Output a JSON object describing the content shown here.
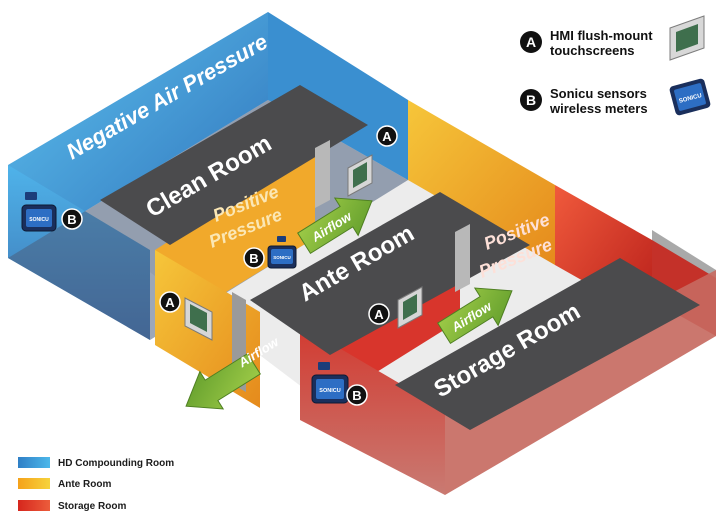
{
  "rooms": {
    "clean_room": "Clean Room",
    "ante_room": "Ante Room",
    "storage_room": "Storage Room"
  },
  "pressure": {
    "negative": "Negative Air Pressure",
    "positive_ante_line1": "Positive",
    "positive_ante_line2": "Pressure",
    "positive_storage_line1": "Positive",
    "positive_storage_line2": "Pressure"
  },
  "airflow": {
    "label": "Airflow"
  },
  "markers": {
    "a": "A",
    "b": "B"
  },
  "devices": {
    "sensor_label": "SONICU"
  },
  "key": {
    "a_line1": "HMI flush-mount",
    "a_line2": "touchscreens",
    "b_line1": "Sonicu sensors",
    "b_line2": "wireless meters"
  },
  "legend": {
    "items": [
      {
        "label": "HD Compounding Room",
        "color_from": "#2f7fc6",
        "color_to": "#4db8ea"
      },
      {
        "label": "Ante Room",
        "color_from": "#f5a21a",
        "color_to": "#f6d33c"
      },
      {
        "label": "Storage Room",
        "color_from": "#d6261d",
        "color_to": "#ec5d3b"
      }
    ]
  },
  "colors": {
    "clean_wall": "#4aa8e6",
    "ante_wall": "#f5b52a",
    "storage_wall": "#e23b2e",
    "floor": "#4b4b4d",
    "outer_wall": "#b9b9b9",
    "airflow_arrow": "#7fb33a"
  }
}
